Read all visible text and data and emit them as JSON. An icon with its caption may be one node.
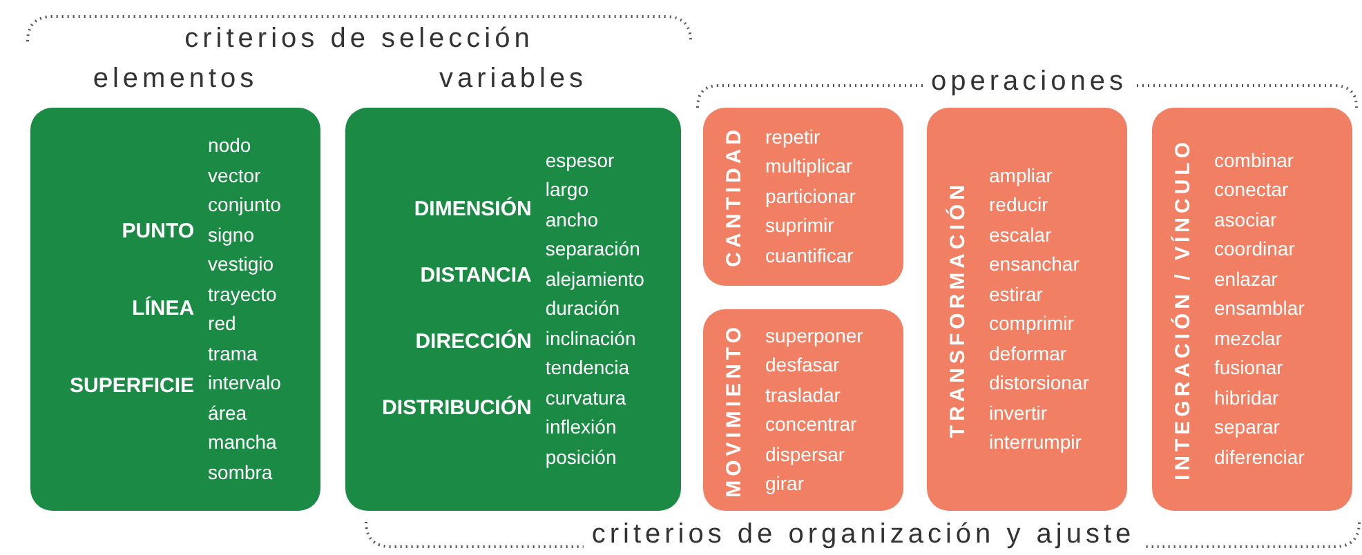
{
  "diagram": {
    "nodes": [
      {
        "text": [
          "elementos",
          "PUNTO",
          "LÍNEA",
          "SUPERFICIE",
          "nodo",
          "vector",
          "conjunto",
          "signo",
          "vestigio",
          "trayecto",
          "red",
          "trama",
          "intervalo",
          "área",
          "mancha",
          "sombra"
        ]
      },
      {
        "text": [
          "variables",
          "DIMENSIÓN",
          "DISTANCIA",
          "DIRECCIÓN",
          "DISTRIBUCIÓN",
          "espesor",
          "largo",
          "ancho",
          "separación",
          "alejamiento",
          "duración",
          "inclinación",
          "tendencia",
          "curvatura",
          "inflexión",
          "posición"
        ]
      },
      {
        "text": [
          "CANTIDAD",
          "repetir",
          "multiplicar",
          "particionar",
          "suprimir",
          "cuantificar"
        ]
      },
      {
        "text": [
          "MOVIMIENTO",
          "superponer",
          "desfasar",
          "trasladar",
          "concentrar",
          "dispersar",
          "girar"
        ]
      },
      {
        "text": [
          "TRANSFORMACIÓN",
          "ampliar",
          "reducir",
          "escalar",
          "ensanchar",
          "estirar",
          "comprimir",
          "deformar",
          "distorsionar",
          "invertir",
          "interrumpir"
        ]
      },
      {
        "text": [
          "INTEGRACIÓN / VÍNCULO",
          "combinar",
          "conectar",
          "asociar",
          "coordinar",
          "enlazar",
          "ensamblar",
          "mezclar",
          "fusionar",
          "hibridar",
          "separar",
          "diferenciar"
        ]
      }
    ],
    "labels": [
      "criterios de selección",
      "operaciones",
      "criterios de organización y ajuste"
    ]
  }
}
